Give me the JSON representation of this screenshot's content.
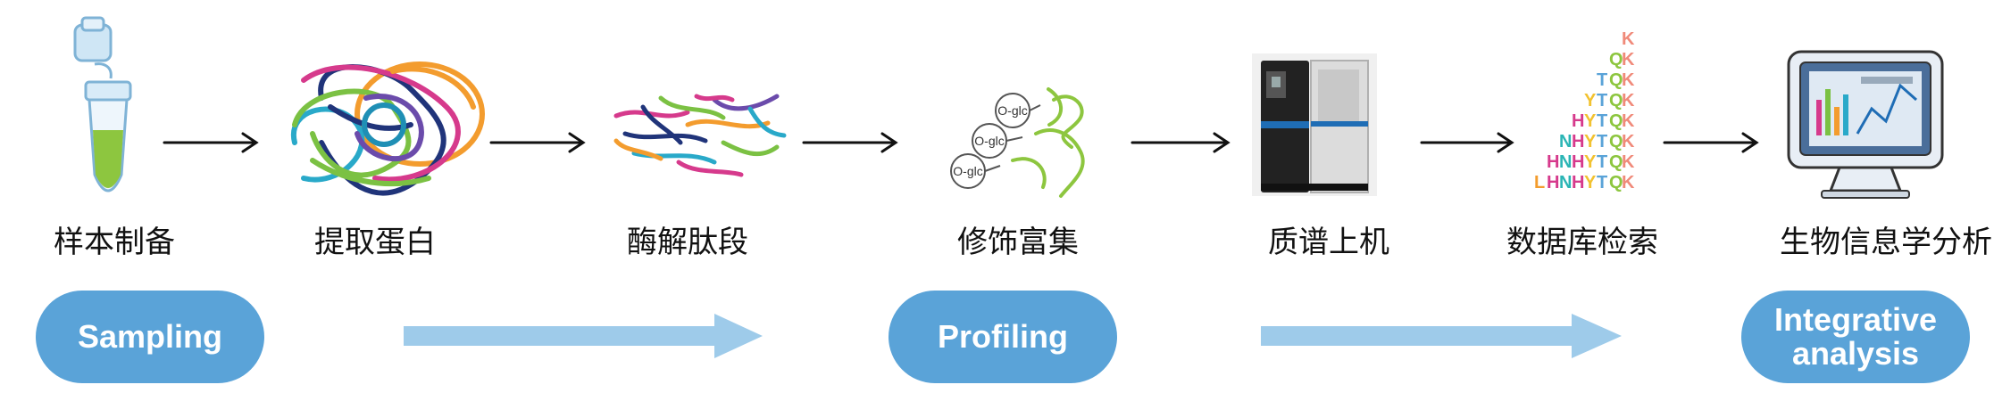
{
  "steps": [
    {
      "id": "sample-prep",
      "label": "样本制备"
    },
    {
      "id": "protein-extraction",
      "label": "提取蛋白"
    },
    {
      "id": "enzymatic-digestion",
      "label": "酶解肽段"
    },
    {
      "id": "modification-enrichment",
      "label": "修饰富集"
    },
    {
      "id": "ms-analysis",
      "label": "质谱上机"
    },
    {
      "id": "database-search",
      "label": "数据库检索"
    },
    {
      "id": "bioinformatics",
      "label": "生物信息学分析"
    }
  ],
  "phases": [
    {
      "id": "sampling",
      "label": "Sampling"
    },
    {
      "id": "profiling",
      "label": "Profiling"
    },
    {
      "id": "integrative",
      "label": "Integrative analysis"
    }
  ],
  "glycan_tag": "O-glc",
  "peptide_ladder": [
    [
      "K"
    ],
    [
      "Q",
      "K"
    ],
    [
      "T",
      "Q",
      "K"
    ],
    [
      "Y",
      "T",
      "Q",
      "K"
    ],
    [
      "H",
      "Y",
      "T",
      "Q",
      "K"
    ],
    [
      "N",
      "H",
      "Y",
      "T",
      "Q",
      "K"
    ],
    [
      "H",
      "N",
      "H",
      "Y",
      "T",
      "Q",
      "K"
    ],
    [
      "L",
      "H",
      "N",
      "H",
      "Y",
      "T",
      "Q",
      "K"
    ]
  ],
  "colors": {
    "accent_blue": "#5aa3d8",
    "arrow_blue": "#9ecbea",
    "glycan_green": "#8dc63f"
  }
}
